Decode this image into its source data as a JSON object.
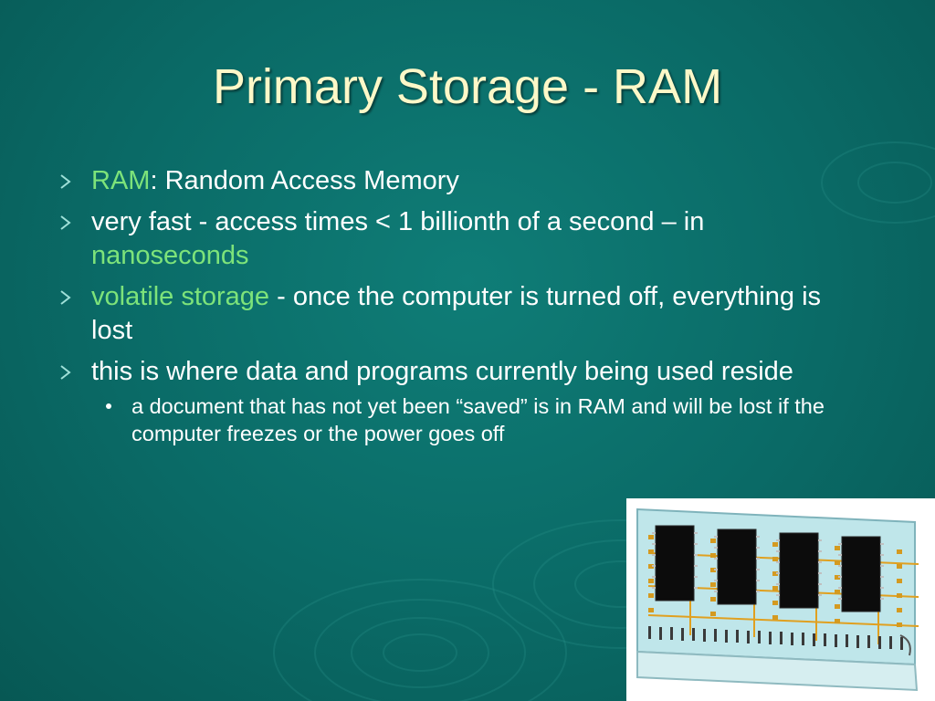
{
  "slide": {
    "title": "Primary Storage - RAM",
    "bullets": [
      {
        "accent": "RAM",
        "text": ":  Random Access Memory"
      },
      {
        "text": "very fast - access times < 1 billionth of a second – in ",
        "accent": "nanoseconds"
      },
      {
        "accent": "volatile storage",
        "text": " - once the computer is turned off, everything is lost"
      },
      {
        "text": "this is where data and programs currently being used reside",
        "sub": [
          "a document that has not yet been “saved” is in RAM and will be lost if the computer freezes or the power goes off"
        ]
      }
    ]
  },
  "colors": {
    "background": "#0a6a66",
    "title": "#fdf8c8",
    "body_text": "#ffffff",
    "accent_text": "#7de37a",
    "bullet_marker": "#9fe0d8"
  },
  "icons": {
    "bullet": "chevron-right-icon",
    "sub_bullet": "dot-icon",
    "image": "ram-module-illustration"
  }
}
